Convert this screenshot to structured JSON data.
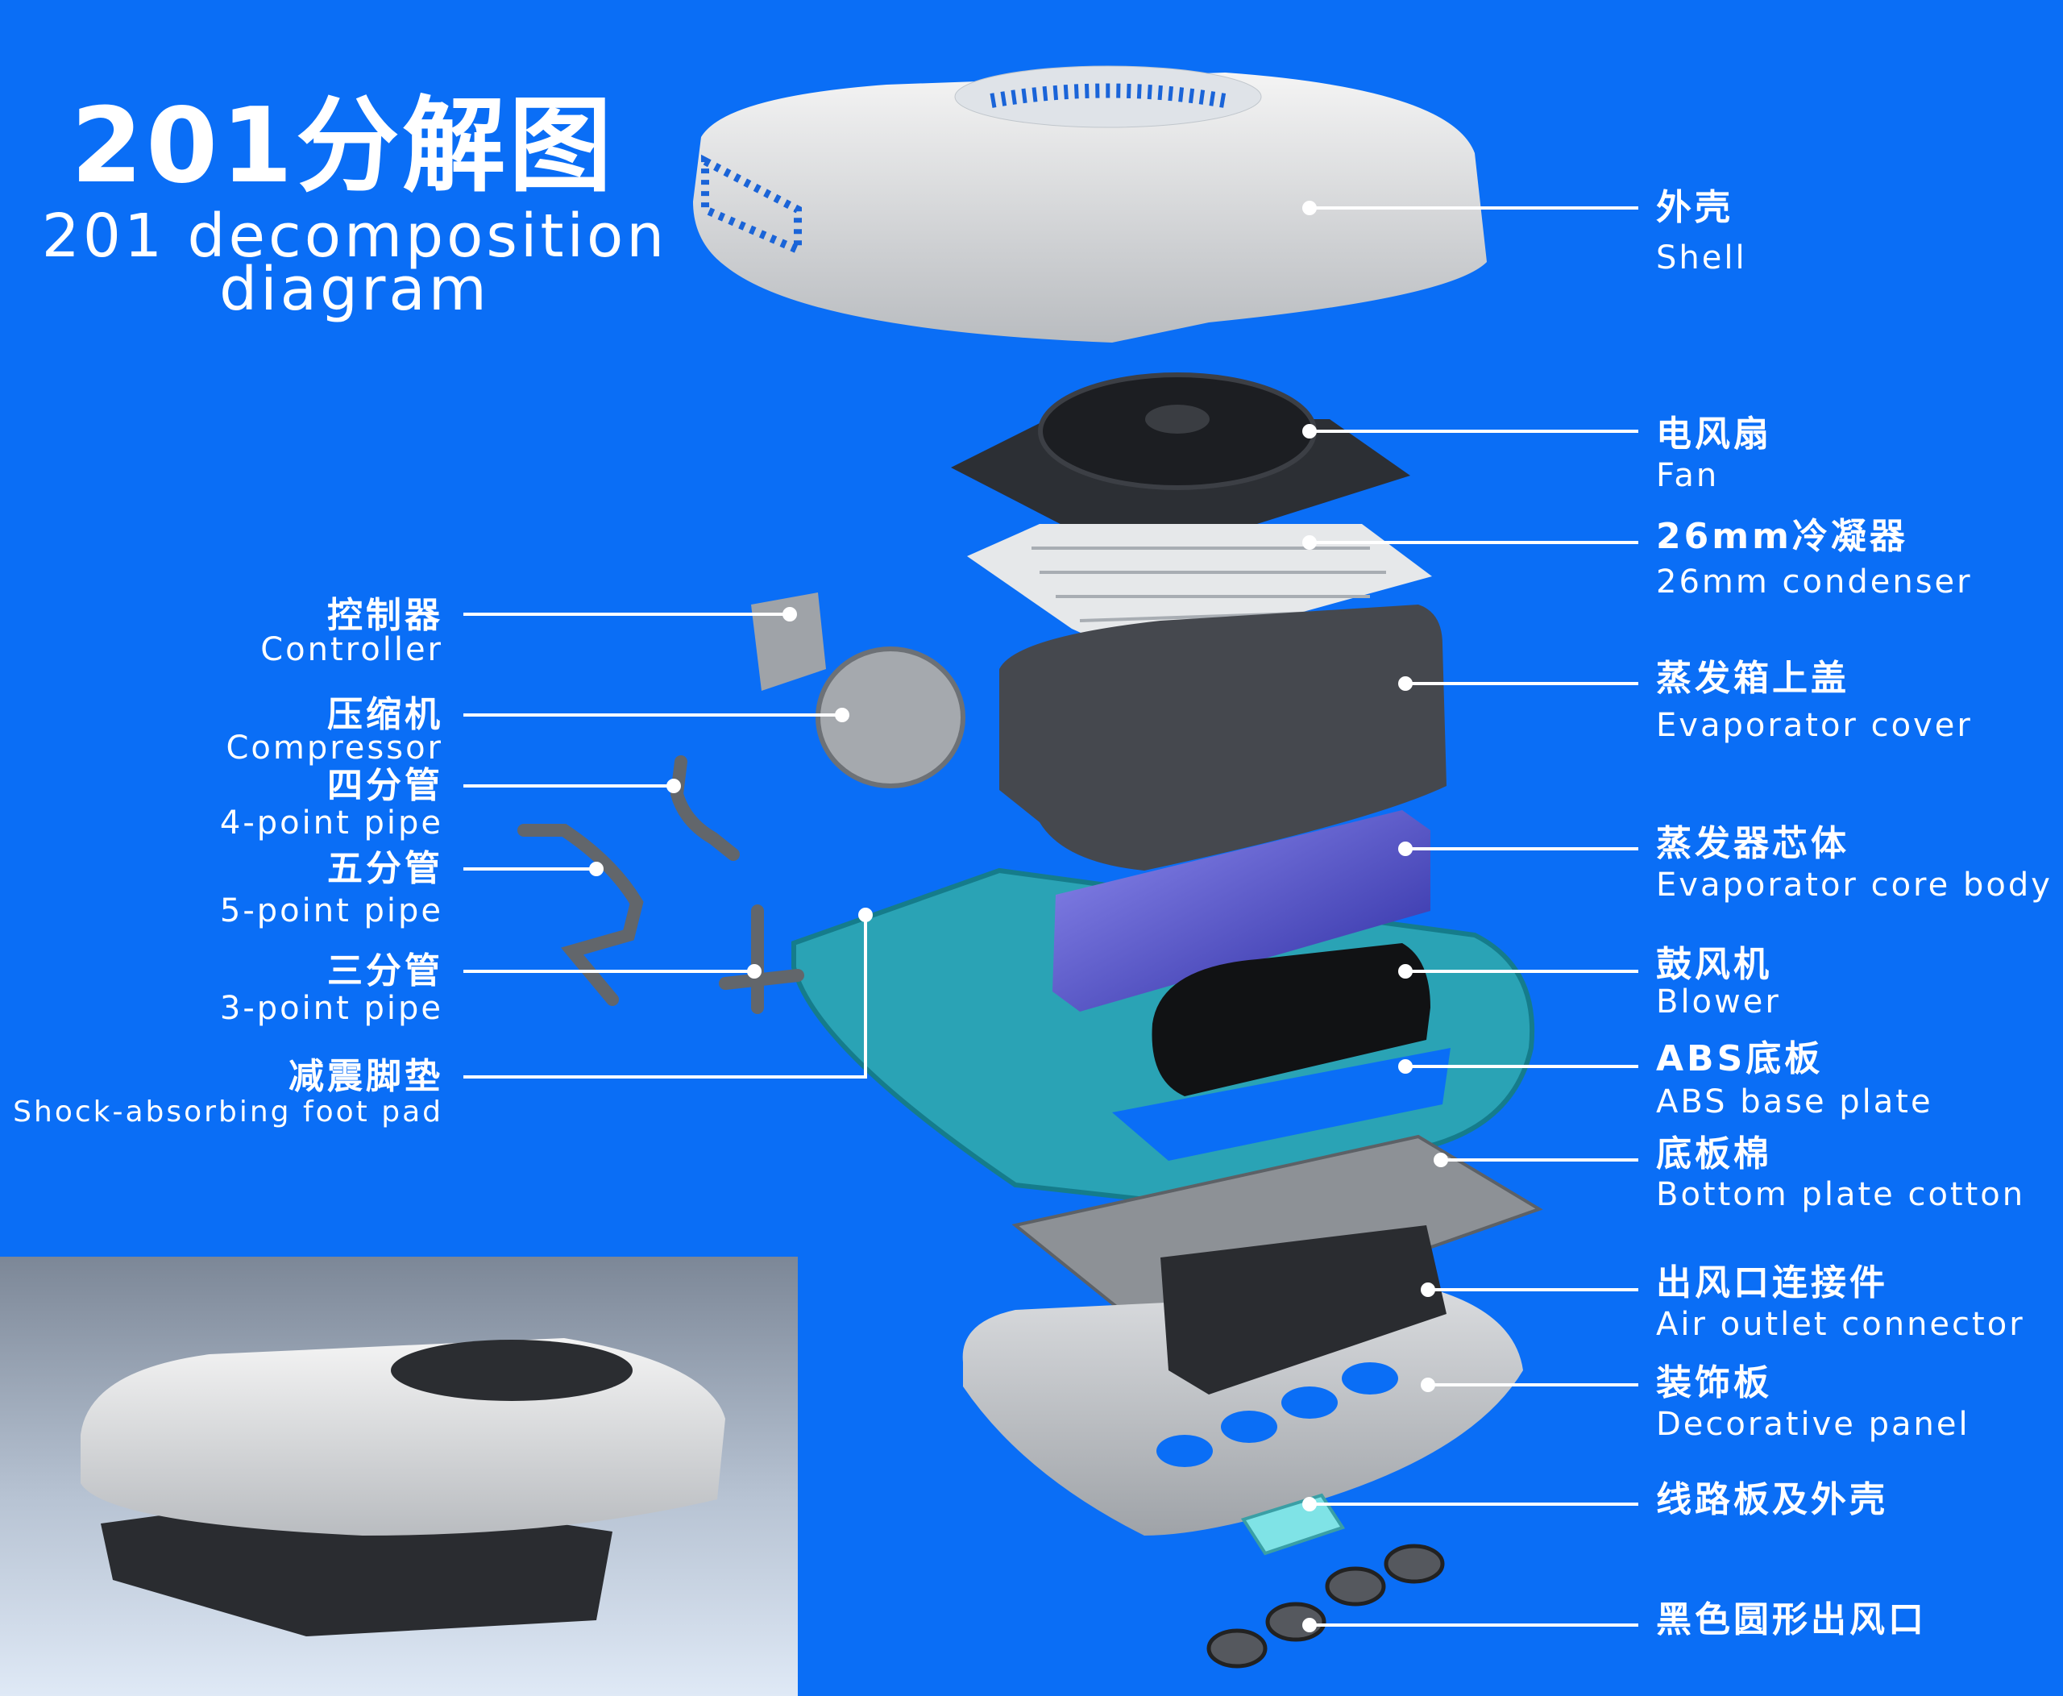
{
  "title": {
    "cn": "201分解图",
    "en_line1": "201 decomposition",
    "en_line2": "diagram"
  },
  "colors": {
    "background": "#0a6ef6",
    "text": "#ffffff",
    "evaporator_core": "#5a4fd6",
    "base_plate": "#2ba3b3"
  },
  "right_labels": [
    {
      "cn": "外壳",
      "en": "Shell"
    },
    {
      "cn": "电风扇",
      "en": "Fan"
    },
    {
      "cn": "26mm冷凝器",
      "en": "26mm condenser"
    },
    {
      "cn": "蒸发箱上盖",
      "en": "Evaporator cover"
    },
    {
      "cn": "蒸发器芯体",
      "en": "Evaporator core body"
    },
    {
      "cn": "鼓风机",
      "en": "Blower"
    },
    {
      "cn": "ABS底板",
      "en": "ABS base plate"
    },
    {
      "cn": "底板棉",
      "en": "Bottom plate cotton"
    },
    {
      "cn": "出风口连接件",
      "en": "Air outlet connector"
    },
    {
      "cn": "装饰板",
      "en": "Decorative panel"
    },
    {
      "cn": "线路板及外壳"
    },
    {
      "cn": "黑色圆形出风口"
    }
  ],
  "left_labels": [
    {
      "cn": "控制器",
      "en": "Controller"
    },
    {
      "cn": "压缩机",
      "en": "Compressor"
    },
    {
      "cn": "四分管",
      "en": "4-point pipe"
    },
    {
      "cn": "五分管",
      "en": "5-point pipe"
    },
    {
      "cn": "三分管",
      "en": "3-point pipe"
    },
    {
      "cn": "减震脚垫",
      "en": "Shock-absorbing foot pad"
    }
  ]
}
